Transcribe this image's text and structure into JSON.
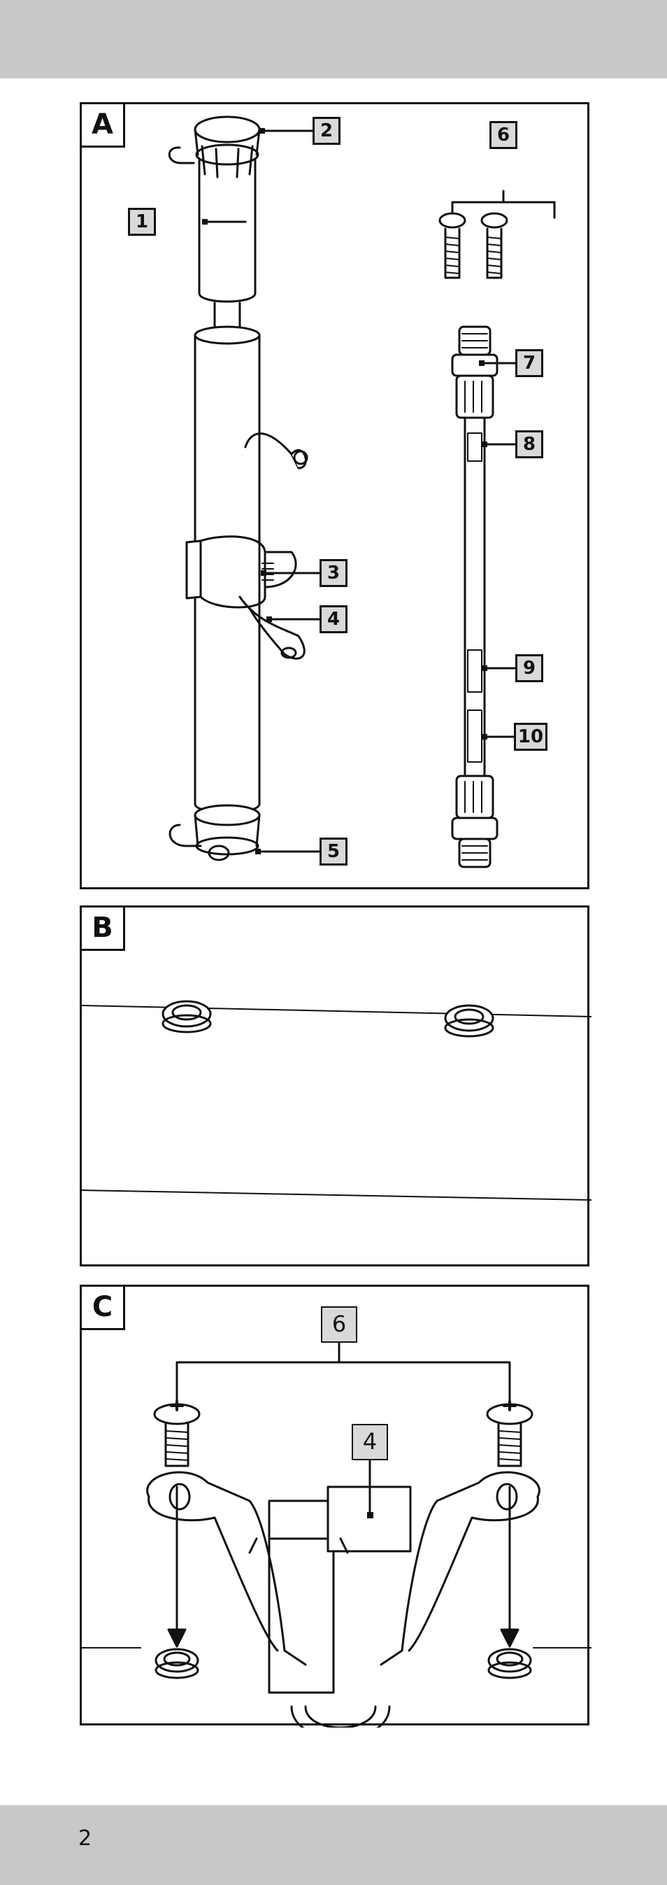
{
  "figures": [
    {
      "tag": "A",
      "callouts": [
        "1",
        "2",
        "3",
        "4",
        "5",
        "6",
        "7",
        "8",
        "9",
        "10"
      ]
    },
    {
      "tag": "B"
    },
    {
      "tag": "C",
      "callouts": [
        "6",
        "4"
      ]
    }
  ],
  "page_number": "2"
}
